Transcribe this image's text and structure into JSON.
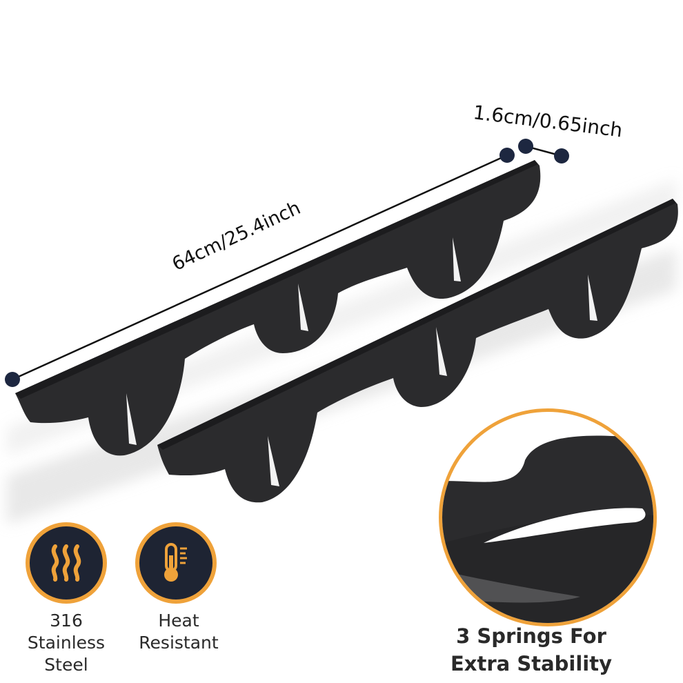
{
  "dimensions": {
    "length": "64cm/25.4inch",
    "width": "1.6cm/0.65inch"
  },
  "badges": [
    {
      "icon": "heat-waves-icon",
      "line1": "316",
      "line2": "Stainless",
      "line3": "Steel"
    },
    {
      "icon": "thermometer-icon",
      "line1": "Heat",
      "line2": "Resistant"
    }
  ],
  "zoom": {
    "line1": "3 Springs For",
    "line2": "Extra Stability"
  },
  "colors": {
    "accent": "#efa23a",
    "badge_bg": "#1e2433",
    "product": "#2b2b2d",
    "dimension_dot": "#1d2740"
  }
}
